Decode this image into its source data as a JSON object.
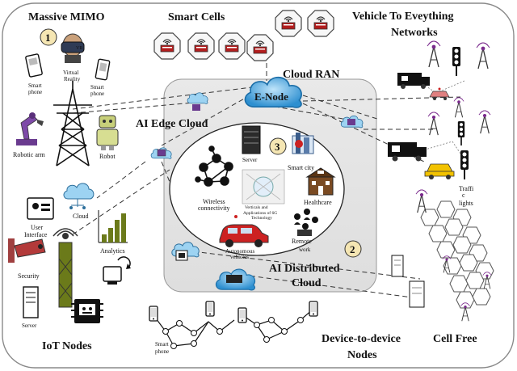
{
  "sections": {
    "massive_mimo": "Massive MIMO",
    "smart_cells": "Smart Cells",
    "v2x_line1": "Vehicle To Eveything",
    "v2x_line2": "Networks",
    "cloud_ran": "Cloud RAN",
    "enode": "E-Node",
    "ai_edge_cloud": "AI Edge Cloud",
    "ai_distributed_line1": "AI Distributed",
    "ai_distributed_line2": "Cloud",
    "iot_nodes": "IoT Nodes",
    "d2d_line1": "Device-to-device",
    "d2d_line2": "Nodes",
    "cell_free": "Cell Free"
  },
  "badges": [
    "1",
    "2",
    "3"
  ],
  "mimo_labels": {
    "smart_phone_1": "Smart",
    "smart_phone_2": "phone",
    "vr_1": "Virtual",
    "vr_2": "Reality",
    "smart_phone_b1": "Smart",
    "smart_phone_b2": "phone",
    "robotic_arm": "Robotic arm",
    "robot": "Robot"
  },
  "iot_labels": {
    "user_interface_1": "User",
    "user_interface_2": "Interface",
    "cloud": "Cloud",
    "analytics": "Analytics",
    "security": "Security",
    "server": "Server"
  },
  "center_labels": {
    "server": "Server",
    "smart_city": "Smart city",
    "wireless_1": "Wireless",
    "wireless_2": "connectivity",
    "healthcare": "Healthcare",
    "verticals_1": "Verticals and",
    "verticals_2": "Applications of 6G",
    "verticals_3": "Technology",
    "autonomous_1": "Autonomous",
    "autonomous_2": "vehicles",
    "remote_1": "Remote",
    "remote_2": "work"
  },
  "v2x_labels": {
    "traffic_1": "Traffi",
    "traffic_2": "c",
    "traffic_3": "lights"
  },
  "d2d_labels": {
    "smart_1": "Smart",
    "smart_2": "phone"
  },
  "colors": {
    "outer_border": "#8a8a8a",
    "inner_panel": "#e6e6e6",
    "cloud_blue": "#2d8fd0",
    "cloud_light": "#9dd3f2",
    "badge_fill": "#f5e6b3",
    "tower_dark": "#222222",
    "red": "#cc2222",
    "yellow": "#f2c200"
  },
  "icons": [
    "vr-headset-icon",
    "smartphone-icon",
    "tower-icon",
    "robotic-arm-icon",
    "robot-icon",
    "smart-cell-icon",
    "ambulance-icon",
    "car-icon",
    "traffic-light-icon",
    "antenna-icon",
    "cloud-icon",
    "server-icon",
    "network-graph-icon",
    "smart-city-icon",
    "hospital-icon",
    "autonomous-car-icon",
    "remote-work-icon",
    "user-interface-icon",
    "analytics-icon",
    "security-camera-icon",
    "iot-chip-icon",
    "hexagon-grid-icon"
  ]
}
